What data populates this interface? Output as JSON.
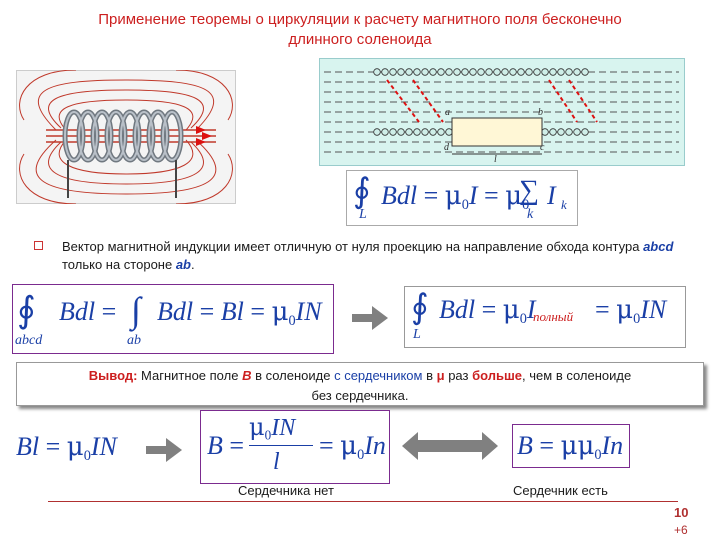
{
  "title": {
    "line1": "Применение теоремы о циркуляции к расчету магнитного поля бесконечно",
    "line2": "длинного соленоида"
  },
  "diagram": {
    "point_a": "a",
    "point_b": "b",
    "point_c": "c",
    "point_d": "d",
    "length_l": "l"
  },
  "formula_circulation": {
    "integral_sub": "L",
    "sum_sub": "k",
    "current_sub": "k"
  },
  "bullet": {
    "text_before": "Вектор магнитной индукции имеет отличную от нуля проекцию на направление обхода контура ",
    "contour": "abcd",
    "text_middle": " только на стороне ",
    "side": "ab",
    "text_after": "."
  },
  "formula_abcd": {
    "integral1_sub": "abcd",
    "integral2_sub": "ab"
  },
  "formula_total": {
    "integral_sub": "L",
    "current_sub": "полный"
  },
  "conclusion": {
    "label": "Вывод:",
    "text1": " Магнитное поле ",
    "b": "B",
    "text2": " в соленоиде ",
    "core_text": "с сердечником",
    "text3": " в ",
    "mu": "μ",
    "text4": " раз ",
    "more": "больше",
    "text5": ", чем в соленоиде",
    "line2": "без сердечника."
  },
  "labels": {
    "no_core": "Сердечника нет",
    "with_core": "Сердечник есть"
  },
  "footer": {
    "page_number": "10",
    "page_extra": "+6"
  },
  "colors": {
    "title": "#cc1f1f",
    "formula": "#1a3fa6",
    "formula_border": "#7b2b8f",
    "arrow": "#808080"
  }
}
